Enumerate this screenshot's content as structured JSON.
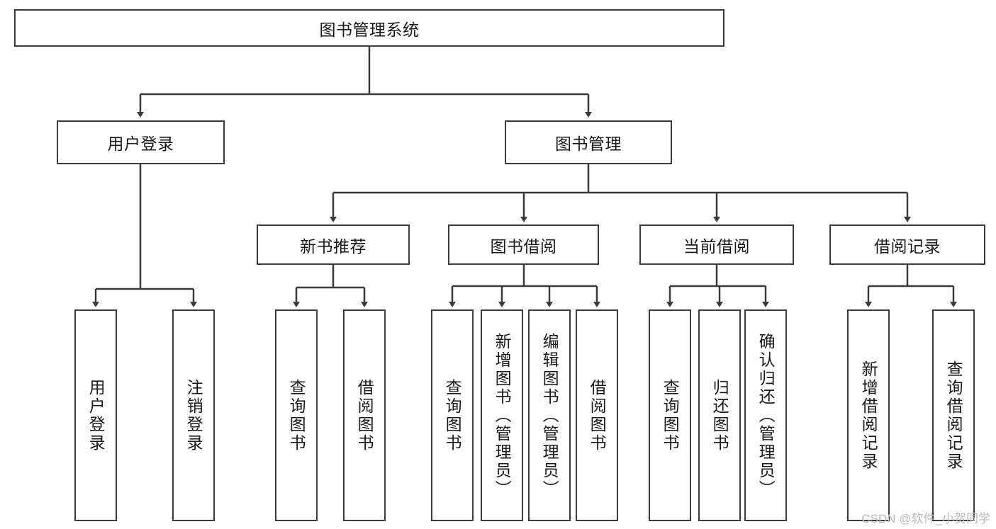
{
  "diagram": {
    "title": "图书管理系统",
    "watermark": "CSDN @软件_小贺同学",
    "line_color": "#3b3b3b",
    "text_color": "#1a1a1a",
    "background": "#ffffff",
    "levels": {
      "root": {
        "label": "图书管理系统"
      },
      "level2": [
        {
          "label": "用户登录"
        },
        {
          "label": "图书管理"
        }
      ],
      "level3": [
        {
          "label": "新书推荐"
        },
        {
          "label": "图书借阅"
        },
        {
          "label": "当前借阅"
        },
        {
          "label": "借阅记录"
        }
      ],
      "leaves": [
        {
          "label": "用户登录",
          "parent": "用户登录"
        },
        {
          "label": "注销登录",
          "parent": "用户登录"
        },
        {
          "label": "查询图书",
          "parent": "新书推荐"
        },
        {
          "label": "借阅图书",
          "parent": "新书推荐"
        },
        {
          "label": "查询图书",
          "parent": "图书借阅"
        },
        {
          "label": "新增图书（管理员）",
          "parent": "图书借阅"
        },
        {
          "label": "编辑图书（管理员）",
          "parent": "图书借阅"
        },
        {
          "label": "借阅图书",
          "parent": "图书借阅"
        },
        {
          "label": "查询图书",
          "parent": "当前借阅"
        },
        {
          "label": "归还图书",
          "parent": "当前借阅"
        },
        {
          "label": "确认归还（管理员）",
          "parent": "当前借阅"
        },
        {
          "label": "新增借阅记录",
          "parent": "借阅记录"
        },
        {
          "label": "查询借阅记录",
          "parent": "借阅记录"
        }
      ]
    }
  }
}
